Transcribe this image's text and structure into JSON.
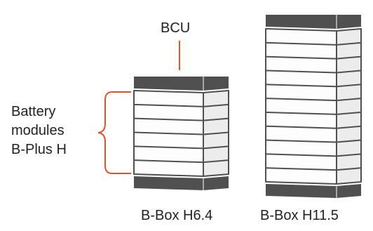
{
  "labels": {
    "bcu": "BCU",
    "battery_modules": [
      "Battery",
      "modules",
      "B-Plus H"
    ]
  },
  "products": [
    {
      "name": "B-Box H6.4",
      "module_count": 6
    },
    {
      "name": "B-Box H11.5",
      "module_count": 11
    }
  ],
  "colors": {
    "cap": "#505050",
    "face": "#fdfdfd",
    "side": "#ececec",
    "line": "#505050",
    "accent": "#e2522a",
    "text": "#222222"
  }
}
